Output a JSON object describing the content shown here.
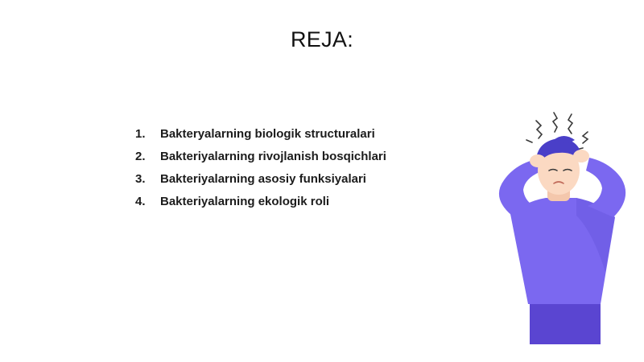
{
  "slide": {
    "title": "REJA:",
    "plan_items": [
      {
        "number": "1.",
        "text": "Bakteryalarning biologik structuralari"
      },
      {
        "number": "2.",
        "text": "Bakteriyalarning rivojlanish bosqichlari"
      },
      {
        "number": "3.",
        "text": "Bakteriyalarning asosiy funksiyalari"
      },
      {
        "number": "4.",
        "text": "Bakteriyalarning ekologik roli"
      }
    ]
  },
  "colors": {
    "background": "#ffffff",
    "text": "#1c1c1c",
    "sweater": "#7b68f0",
    "sweater_shadow": "#5f4fd6",
    "pants": "#5a45d1",
    "hair": "#4a3fc8",
    "skin": "#fbd9c2",
    "stress_lines": "#3a3a3a"
  },
  "illustration": {
    "icon": "stressed-person-illustration"
  }
}
